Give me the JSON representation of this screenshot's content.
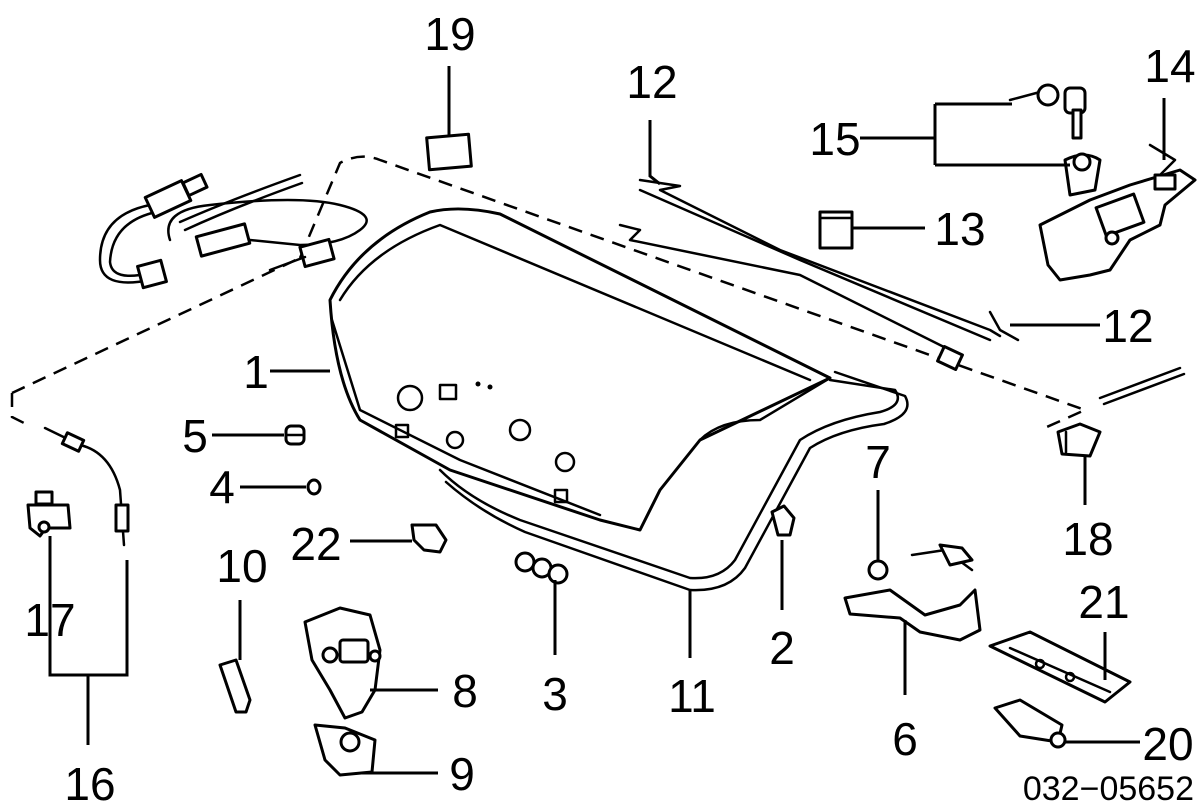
{
  "diagram": {
    "catalog_number": "032−05652",
    "callouts": [
      {
        "id": "c1",
        "label": "1"
      },
      {
        "id": "c2",
        "label": "2"
      },
      {
        "id": "c3",
        "label": "3"
      },
      {
        "id": "c4",
        "label": "4"
      },
      {
        "id": "c5",
        "label": "5"
      },
      {
        "id": "c6",
        "label": "6"
      },
      {
        "id": "c7",
        "label": "7"
      },
      {
        "id": "c8",
        "label": "8"
      },
      {
        "id": "c9",
        "label": "9"
      },
      {
        "id": "c10",
        "label": "10"
      },
      {
        "id": "c11",
        "label": "11"
      },
      {
        "id": "c12a",
        "label": "12"
      },
      {
        "id": "c12b",
        "label": "12"
      },
      {
        "id": "c13",
        "label": "13"
      },
      {
        "id": "c14",
        "label": "14"
      },
      {
        "id": "c15",
        "label": "15"
      },
      {
        "id": "c16",
        "label": "16"
      },
      {
        "id": "c17",
        "label": "17"
      },
      {
        "id": "c18",
        "label": "18"
      },
      {
        "id": "c19",
        "label": "19"
      },
      {
        "id": "c20",
        "label": "20"
      },
      {
        "id": "c21",
        "label": "21"
      },
      {
        "id": "c22",
        "label": "22"
      }
    ]
  }
}
